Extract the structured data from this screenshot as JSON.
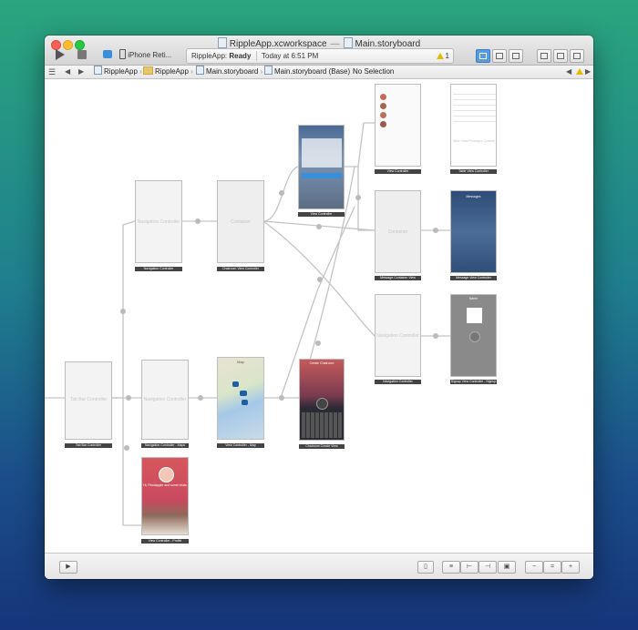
{
  "window": {
    "workspace_title": "RippleApp.xcworkspace",
    "separator": "—",
    "file_title": "Main.storyboard"
  },
  "toolbar": {
    "scheme_app": "",
    "scheme_device": "iPhone Reti...",
    "status_app": "RippleApp:",
    "status_state": "Ready",
    "status_time": "Today at 6:51 PM",
    "warning_count": "1"
  },
  "jumpbar": {
    "crumbs": [
      "RippleApp",
      "RippleApp",
      "Main.storyboard",
      "Main.storyboard (Base)",
      "No Selection"
    ]
  },
  "scenes": [
    {
      "label": "Tab Bar Controller",
      "inner": "Tab Bar Controller"
    },
    {
      "label": "Navigation Controller - Maps",
      "inner": "Navigation Controller"
    },
    {
      "label": "View Controller - Map",
      "inner": "Map"
    },
    {
      "label": "Chatroom Create View",
      "inner": "Create Chatroom"
    },
    {
      "label": "View Controller - Profile",
      "inner": "Hi, Rhodapple and some chats"
    },
    {
      "label": "Navigation Controller",
      "inner": "Navigation Controller"
    },
    {
      "label": "Chatroom View Controller",
      "inner": "Container"
    },
    {
      "label": "View Controller",
      "inner": ""
    },
    {
      "label": "View Controller",
      "inner": ""
    },
    {
      "label": "Table View Controller",
      "inner": "Table View Prototype Content"
    },
    {
      "label": "Message Container View",
      "inner": "Container"
    },
    {
      "label": "Message View Controller",
      "inner": "Messages"
    },
    {
      "label": "Navigation Controller",
      "inner": "Navigation Controller"
    },
    {
      "label": "Signup View Controller - Signup",
      "inner": "Name"
    }
  ],
  "bottom": {
    "zoom_out": "−",
    "zoom_fit": "=",
    "zoom_in": "+"
  },
  "colors": {
    "background_top": "#2aa57d",
    "background_bottom": "#16357a",
    "accent": "#5a9be0",
    "warning": "#e6b800"
  }
}
